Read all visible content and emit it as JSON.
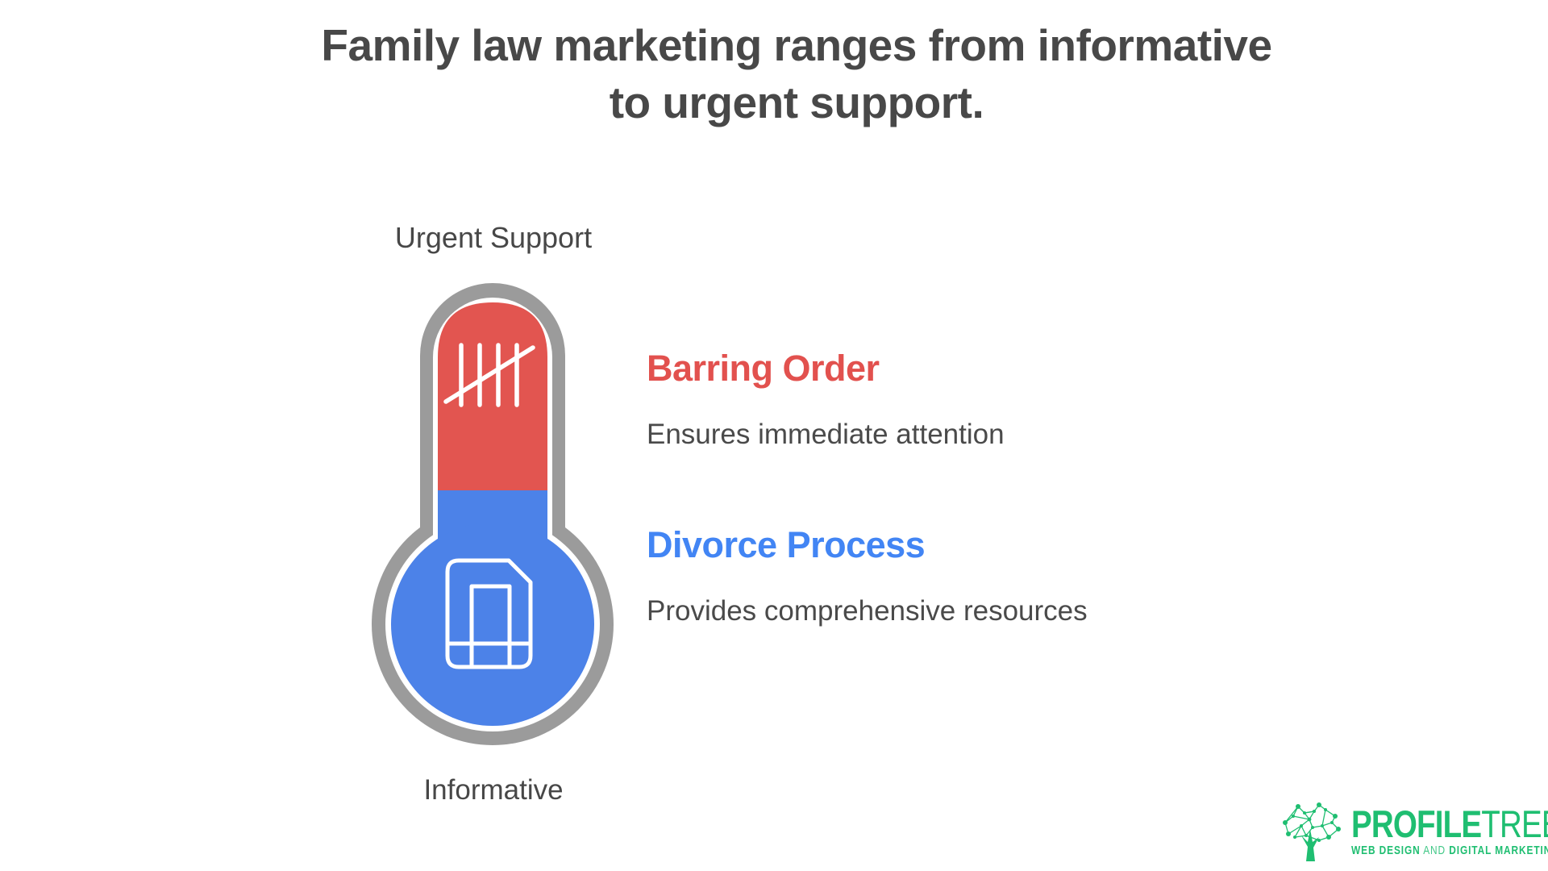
{
  "title": {
    "line1": "Family law marketing ranges from informative",
    "line2": "to urgent support."
  },
  "thermometer": {
    "top_label": "Urgent Support",
    "bottom_label": "Informative",
    "colors": {
      "hot": "#e25550",
      "cold": "#4c82e8",
      "ring": "#9b9b9b",
      "gap": "#ffffff",
      "icon_stroke": "#ffffff"
    }
  },
  "items": [
    {
      "heading": "Barring Order",
      "description": "Ensures immediate attention",
      "accent_color": "#e2514e",
      "icon": "tally-marks-icon"
    },
    {
      "heading": "Divorce Process",
      "description": "Provides comprehensive resources",
      "accent_color": "#4285f4",
      "icon": "document-icon"
    }
  ],
  "logo": {
    "brand_bold": "PROFILE",
    "brand_light": "TREE",
    "tagline_part1": "WEB DESIGN",
    "tagline_and": "AND",
    "tagline_part2": "DIGITAL MARKETING",
    "color": "#1fbe71"
  }
}
